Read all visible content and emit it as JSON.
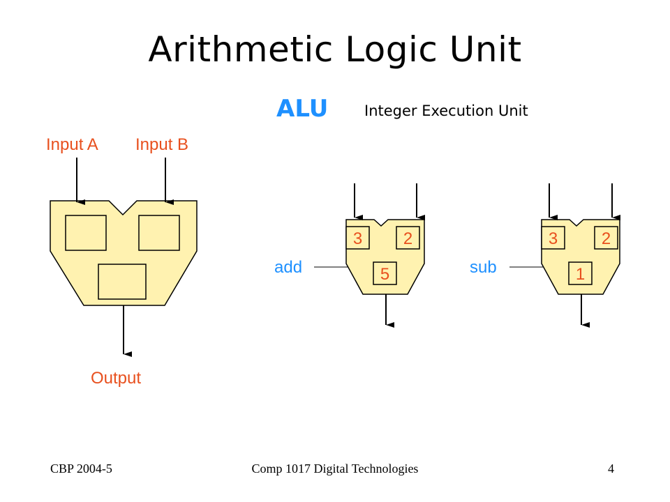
{
  "slide": {
    "title": "Arithmetic Logic Unit",
    "alu_heading": "ALU",
    "alu_subheading": "Integer Execution Unit"
  },
  "generic_alu": {
    "input_a": "Input A",
    "input_b": "Input B",
    "output": "Output"
  },
  "examples": [
    {
      "op": "add",
      "in_a": "3",
      "in_b": "2",
      "result": "5"
    },
    {
      "op": "sub",
      "in_a": "3",
      "in_b": "2",
      "result": "1"
    }
  ],
  "footer": {
    "left": "CBP 2004-5",
    "center": "Comp 1017  Digital Technologies",
    "right": "4"
  },
  "colors": {
    "alu_fill": "#fff2b0",
    "label_orange": "#e8501e",
    "label_blue": "#1e90ff"
  }
}
